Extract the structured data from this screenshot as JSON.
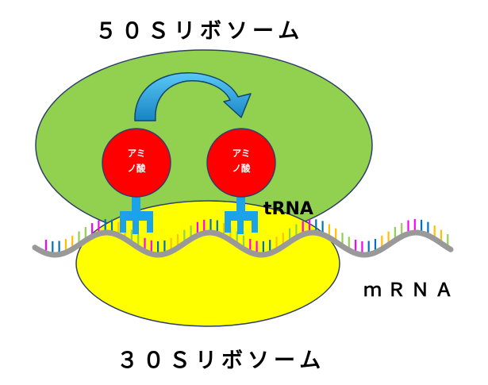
{
  "labels": {
    "large_subunit": "５０Ｓリボソーム",
    "small_subunit": "３０Ｓリボソーム",
    "trna": "tRNA",
    "mrna": "ｍＲＮＡ"
  },
  "amino_acids": [
    {
      "line1": "アミ",
      "line2": "ノ酸"
    },
    {
      "line1": "アミ",
      "line2": "ノ酸"
    }
  ],
  "colors": {
    "large_subunit": "#92d050",
    "small_subunit": "#ffff00",
    "amino_acid": "#ff0000",
    "trna": "#1aa3e8",
    "mrna_backbone": "#999999",
    "arrow": "#1b9bd6",
    "base_colors": [
      "#ff00ff",
      "#92d050",
      "#ffc000",
      "#0070c0"
    ]
  }
}
